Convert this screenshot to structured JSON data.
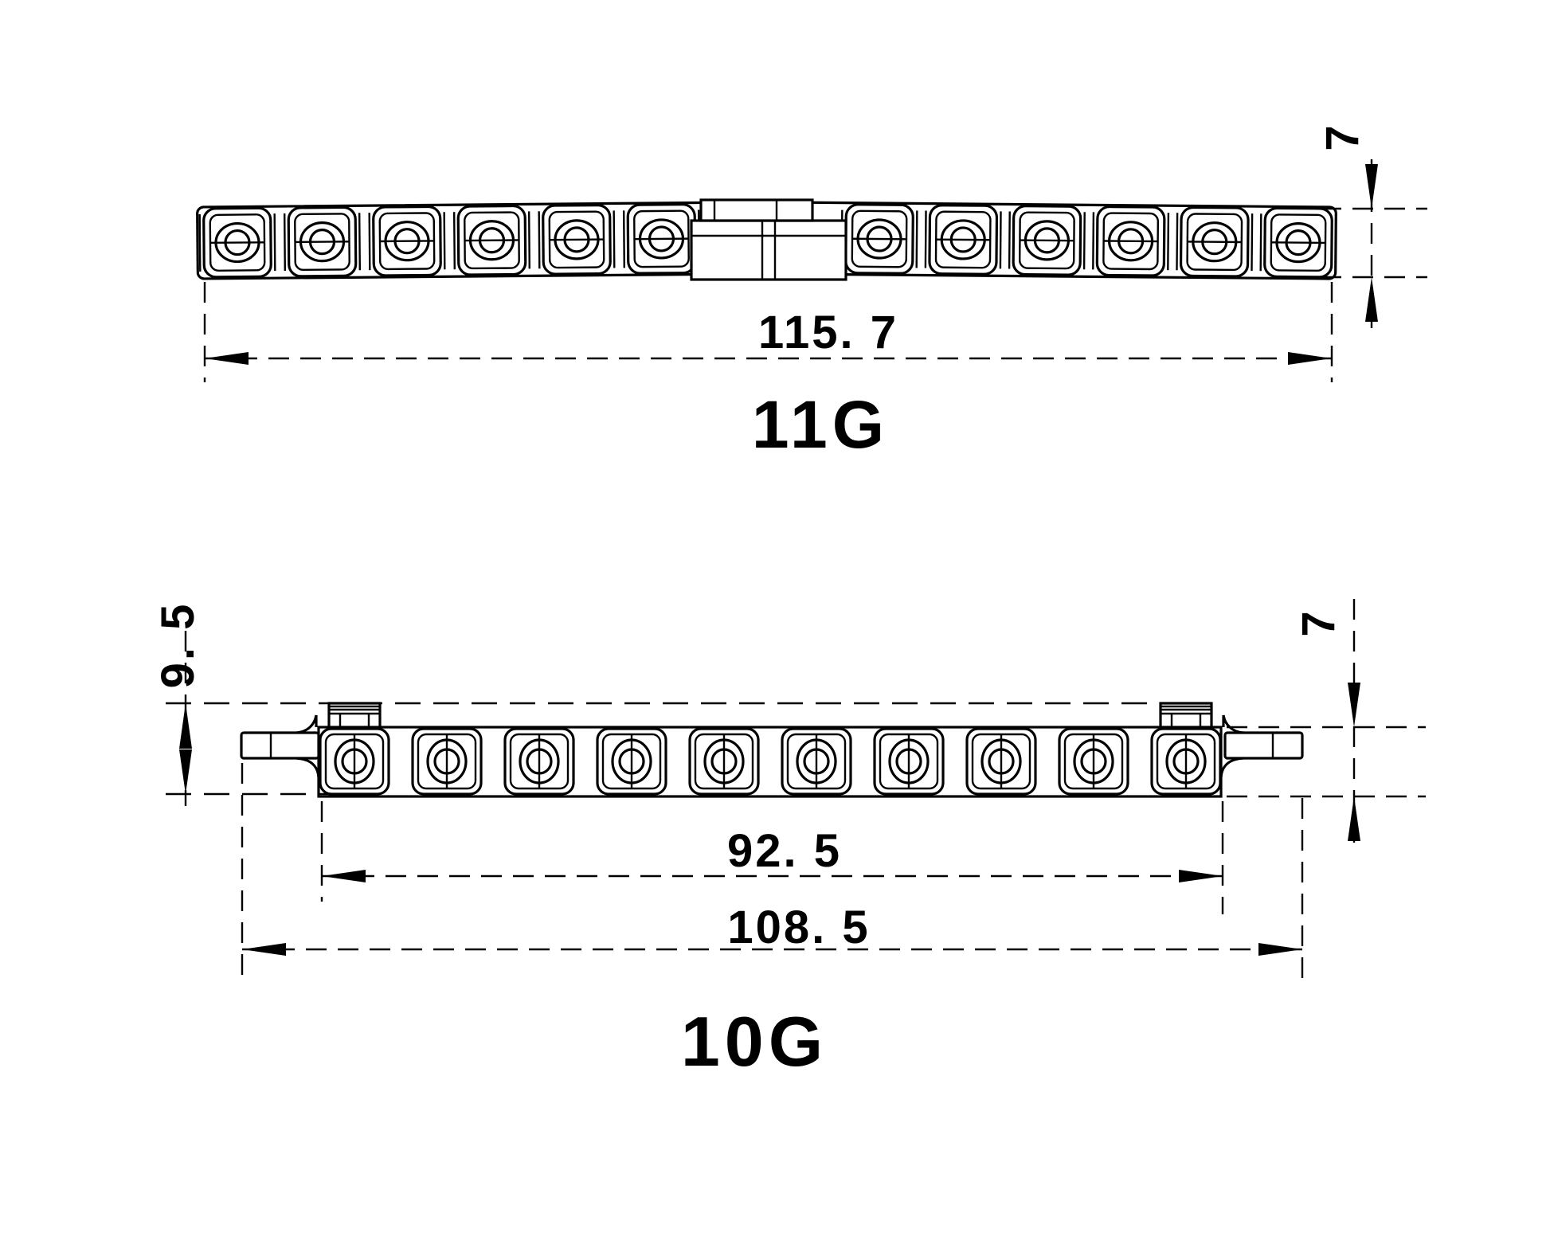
{
  "page": {
    "background": "#ffffff",
    "line_color": "#000000"
  },
  "views": [
    {
      "label": "11G",
      "type": "angled-terminal-strip-top-view",
      "module_count": 12,
      "modules_per_side": 6,
      "dimensions": {
        "overall_length": "115. 7",
        "end_height": "7"
      }
    },
    {
      "label": "10G",
      "type": "straight-terminal-strip-side-view",
      "module_count": 10,
      "dimensions": {
        "body_length": "92. 5",
        "overall_length": "108. 5",
        "overall_height": "9. 5",
        "bar_height": "7"
      }
    }
  ]
}
